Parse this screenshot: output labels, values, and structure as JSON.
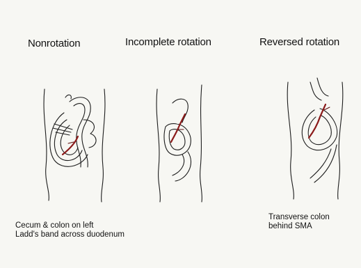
{
  "panels": [
    {
      "title": "Nonrotation",
      "caption_lines": [
        "Cecum & colon on left",
        "Ladd's band across duodenum"
      ]
    },
    {
      "title": "Incomplete rotation",
      "caption_lines": []
    },
    {
      "title": "Reversed rotation",
      "caption_lines": [
        "Transverse colon",
        "behind SMA"
      ]
    }
  ],
  "colors": {
    "background": "#f7f7f3",
    "ink": "#1c1c1c",
    "vessel": "#8b1a1a"
  }
}
